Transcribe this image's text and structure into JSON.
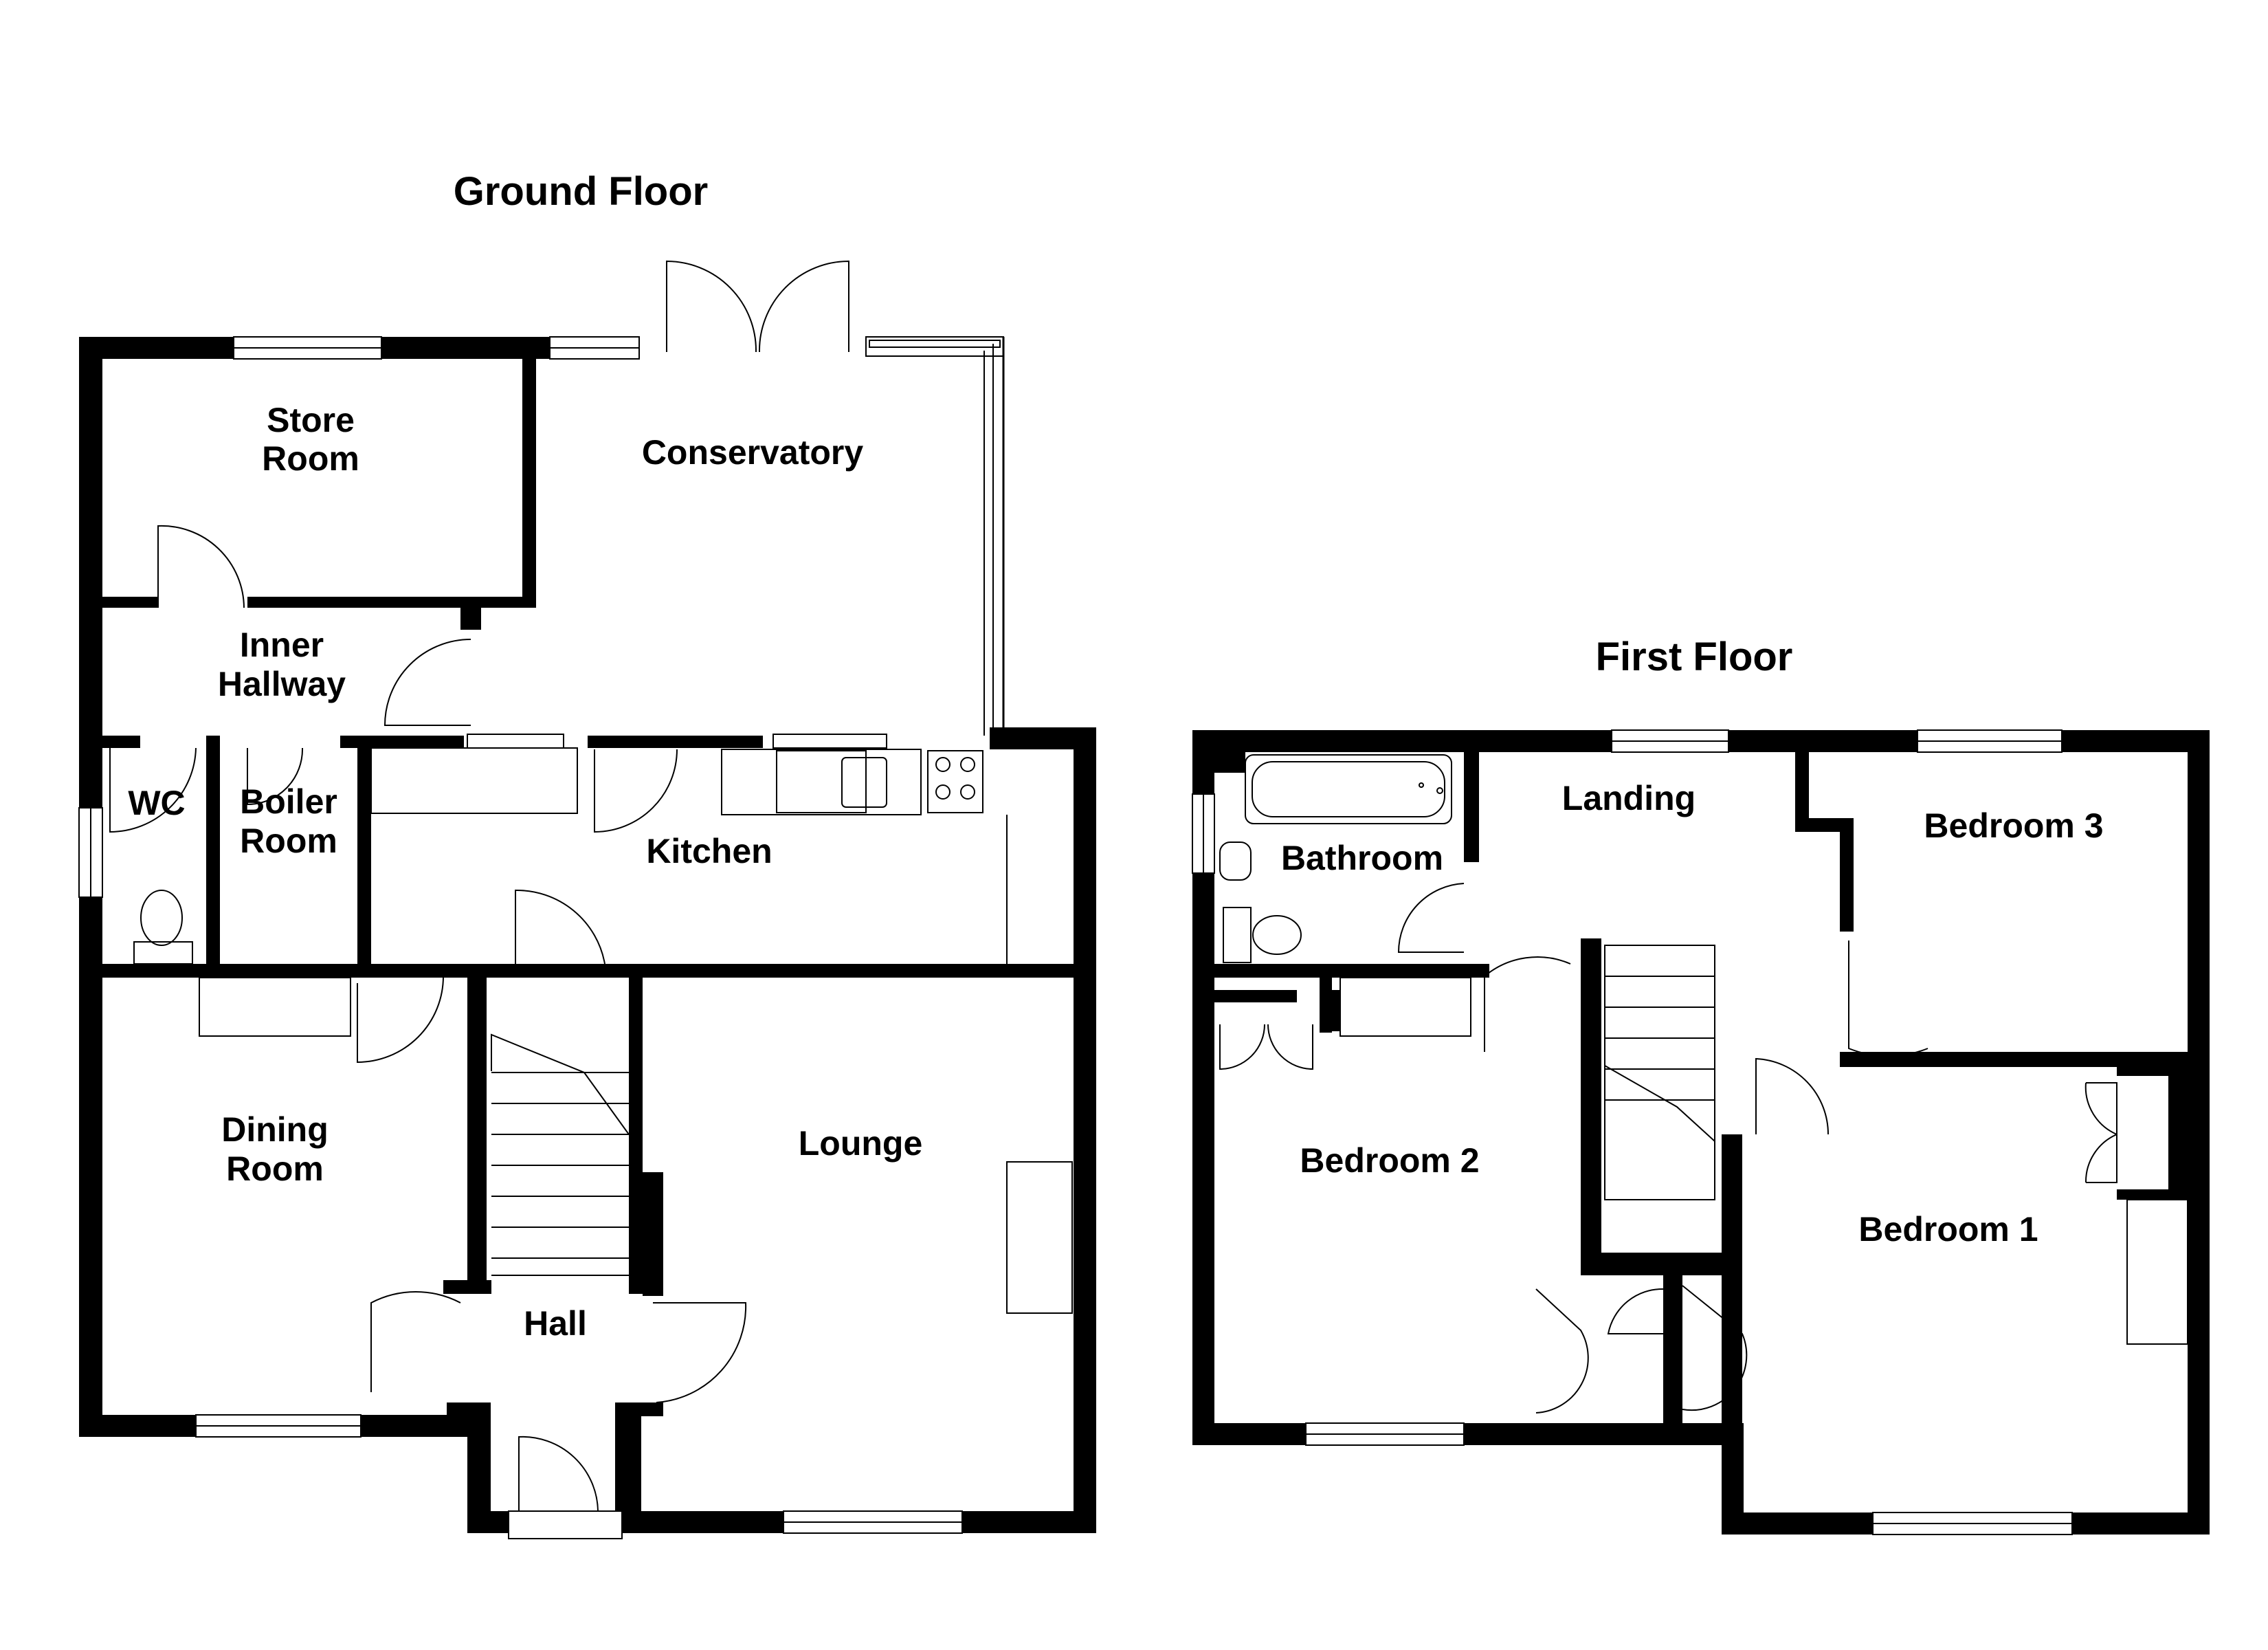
{
  "floors": [
    {
      "title": "Ground Floor",
      "rooms": [
        "Store Room",
        "Conservatory",
        "Inner Hallway",
        "WC",
        "Boiler Room",
        "Kitchen",
        "Dining Room",
        "Lounge",
        "Hall"
      ]
    },
    {
      "title": "First Floor",
      "rooms": [
        "Landing",
        "Bathroom",
        "Bedroom 3",
        "Bedroom 2",
        "Bedroom 1"
      ]
    }
  ]
}
